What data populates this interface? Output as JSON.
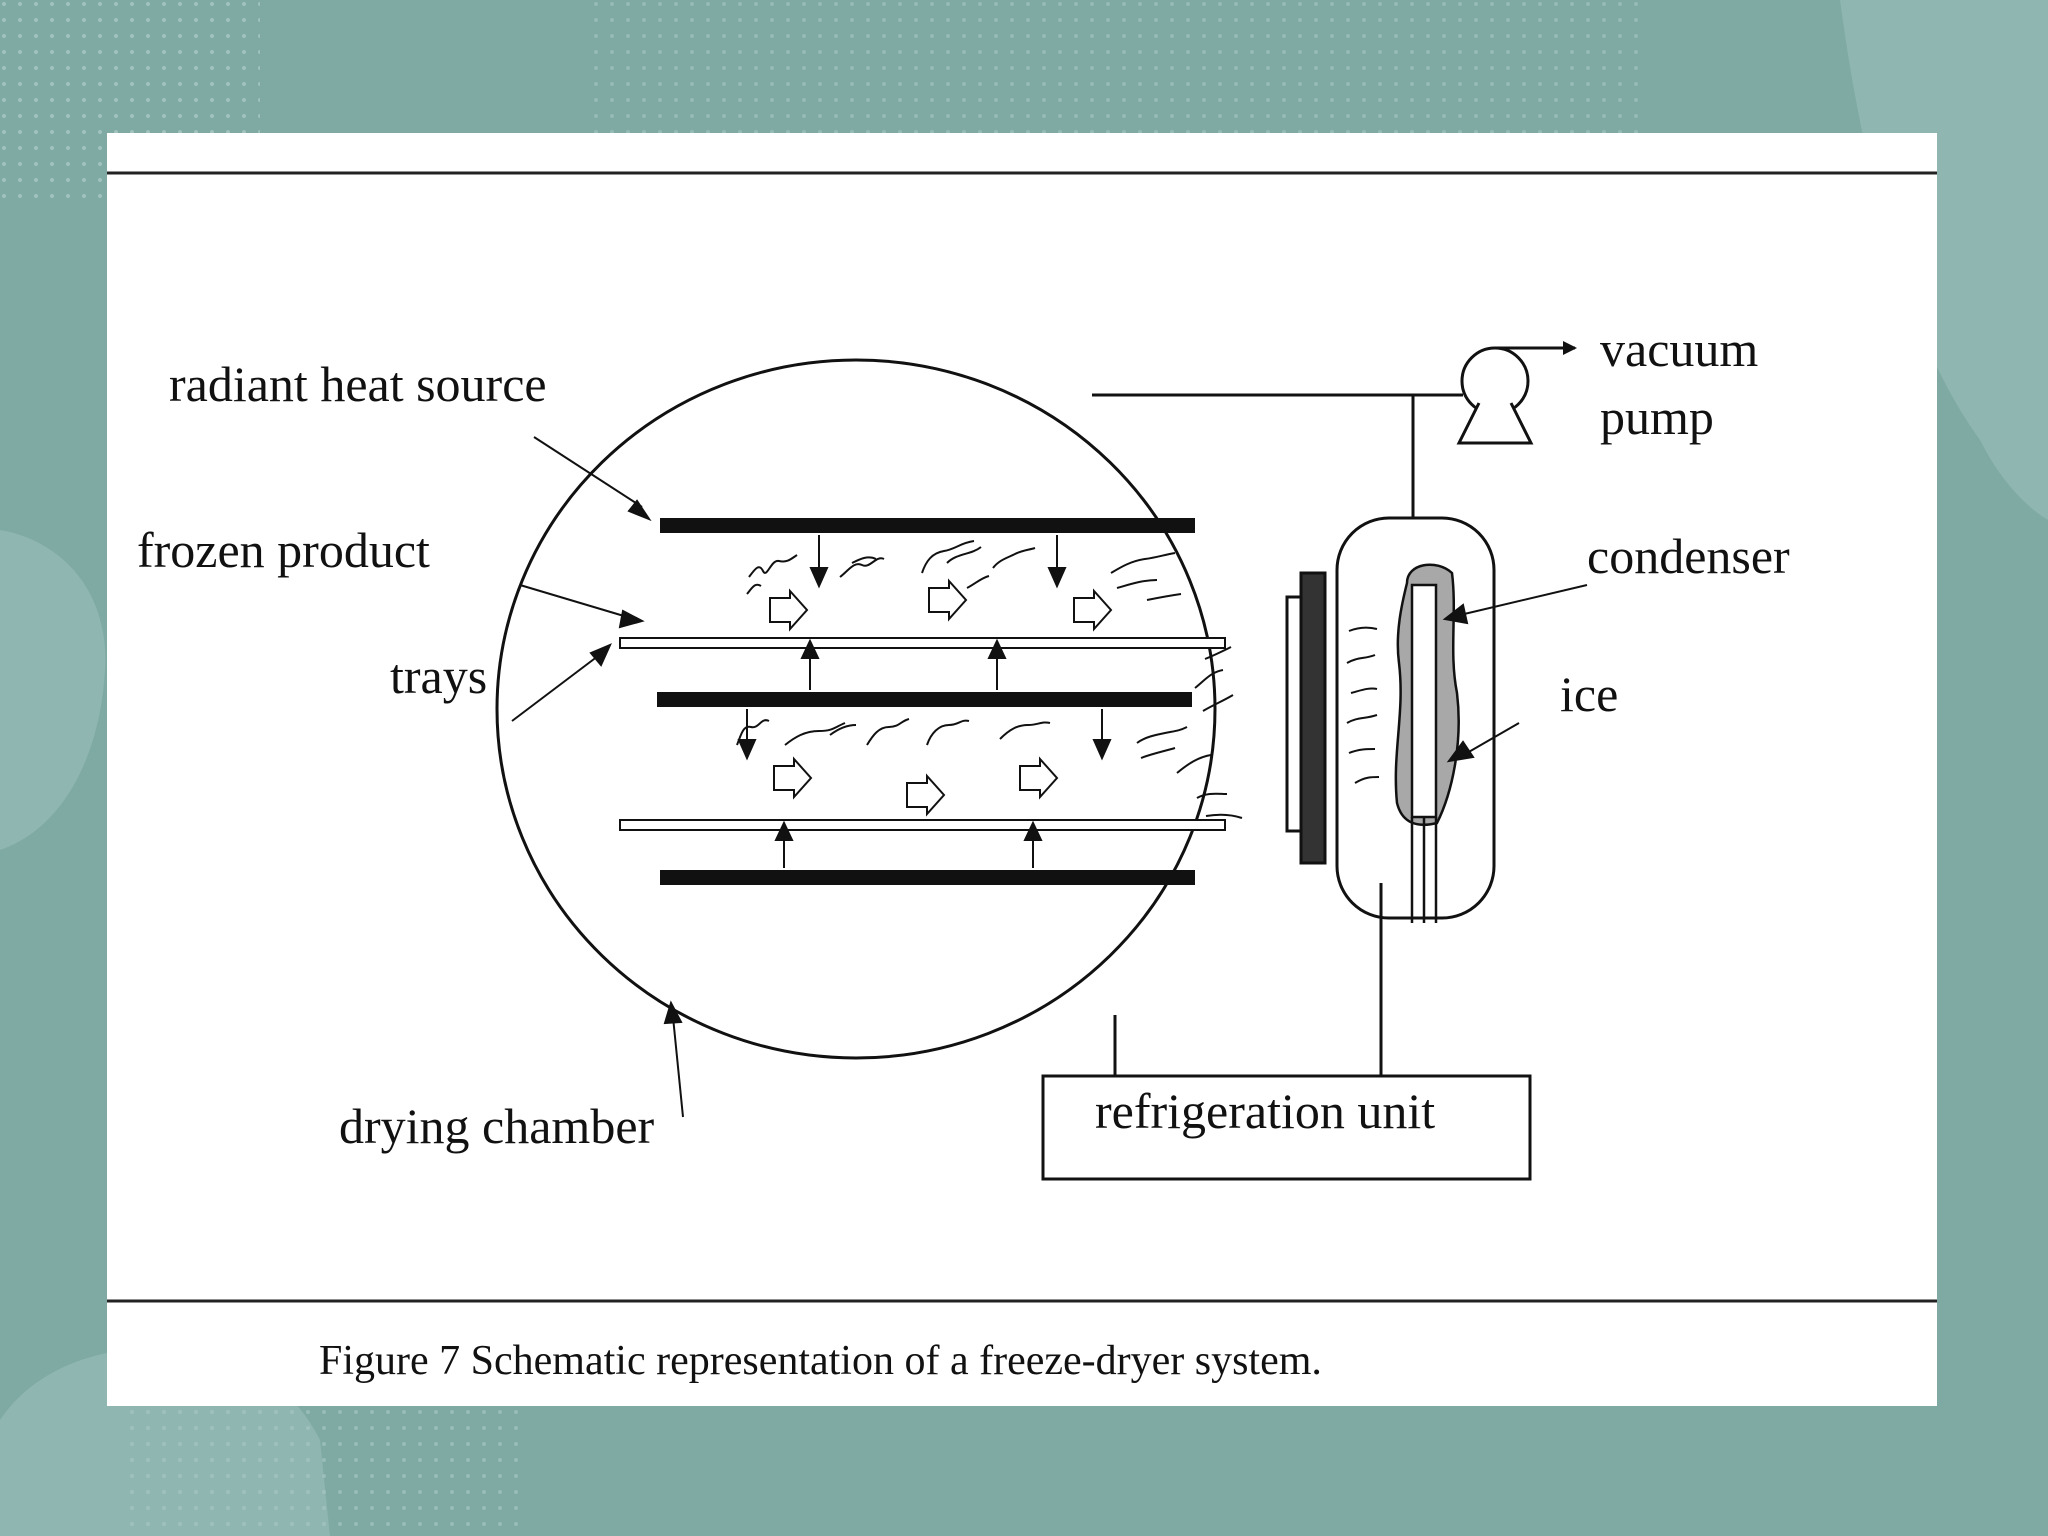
{
  "colors": {
    "background": "#7fa9a3",
    "background_blob": "#8fb6b0",
    "card": "#ffffff",
    "ink": "#111111",
    "ice": "#9a9a9a"
  },
  "labels": {
    "radiant_heat_source": "radiant heat source",
    "frozen_product": "frozen product",
    "trays": "trays",
    "drying_chamber": "drying chamber",
    "vacuum_line1": "vacuum",
    "vacuum_line2": "pump",
    "condenser": "condenser",
    "ice": "ice",
    "refrigeration_unit": "refrigeration unit"
  },
  "caption": "Figure 7 Schematic representation of a freeze-dryer system."
}
